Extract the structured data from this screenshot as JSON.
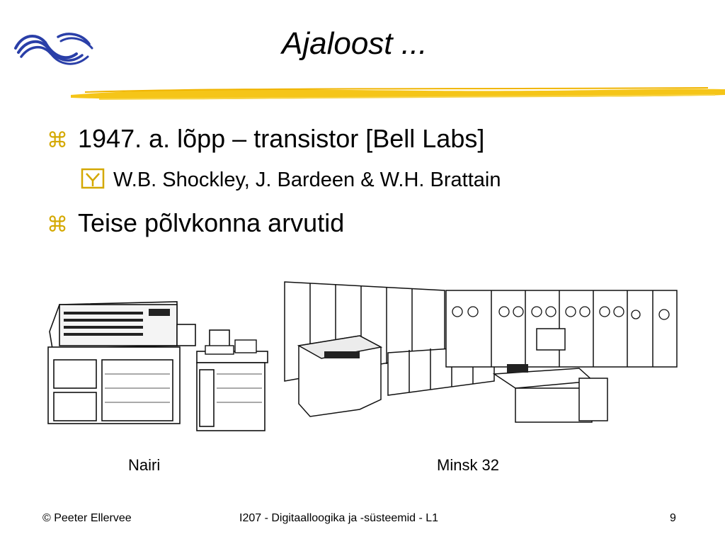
{
  "slide": {
    "title": "Ajaloost ...",
    "bullets": [
      {
        "icon": "command-icon",
        "text": "1947. a. lõpp – transistor  [Bell Labs]",
        "sub": [
          {
            "icon": "checkbox-icon",
            "text": "W.B. Shockley, J. Bardeen & W.H. Brattain"
          }
        ]
      },
      {
        "icon": "command-icon",
        "text": "Teise põlvkonna arvutid"
      }
    ],
    "images": [
      {
        "caption": "Nairi"
      },
      {
        "caption": "Minsk 32"
      }
    ]
  },
  "footer": {
    "left": "© Peeter Ellervee",
    "center": "I207 - Digitaalloogika ja -süsteemid - L1",
    "page_number": "9"
  },
  "colors": {
    "accent": "#d4a800",
    "logo_blue": "#2a3fa8",
    "rule_yellow": "#f5c518"
  }
}
